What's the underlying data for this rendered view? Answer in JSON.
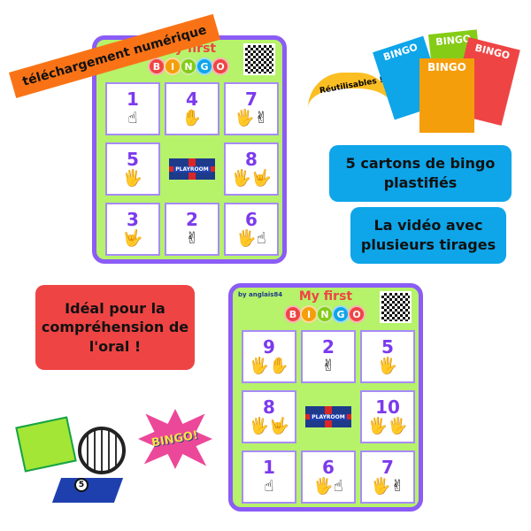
{
  "banner": "téléchargement numérique",
  "reusable": "Réutilisables !",
  "blue_box_1": "5 cartons de bingo plastifiés",
  "blue_box_2": "La vidéo avec plusieurs tirages",
  "red_box": "Idéal pour la compréhension de l'oral !",
  "bingo_burst": "BINGO!",
  "card_title": "My first",
  "bingo_letters": [
    "B",
    "I",
    "N",
    "G",
    "O"
  ],
  "flag_label": "PLAYROOM",
  "card1": {
    "numbers": [
      "1",
      "4",
      "7",
      "5",
      "",
      "8",
      "3",
      "2",
      "6"
    ]
  },
  "card2": {
    "byline": "by anglais84",
    "numbers": [
      "9",
      "2",
      "5",
      "8",
      "",
      "10",
      "1",
      "6",
      "7"
    ]
  },
  "mini_cards": [
    "BINGO",
    "BINGO",
    "BINGO",
    "BINGO"
  ],
  "cage_ball": "5",
  "colors": {
    "card_bg": "#b6f26a",
    "card_border": "#8b5cf6",
    "number": "#7c3aed",
    "banner": "#f97316",
    "blue": "#0ea5e9",
    "red": "#ef4444"
  }
}
